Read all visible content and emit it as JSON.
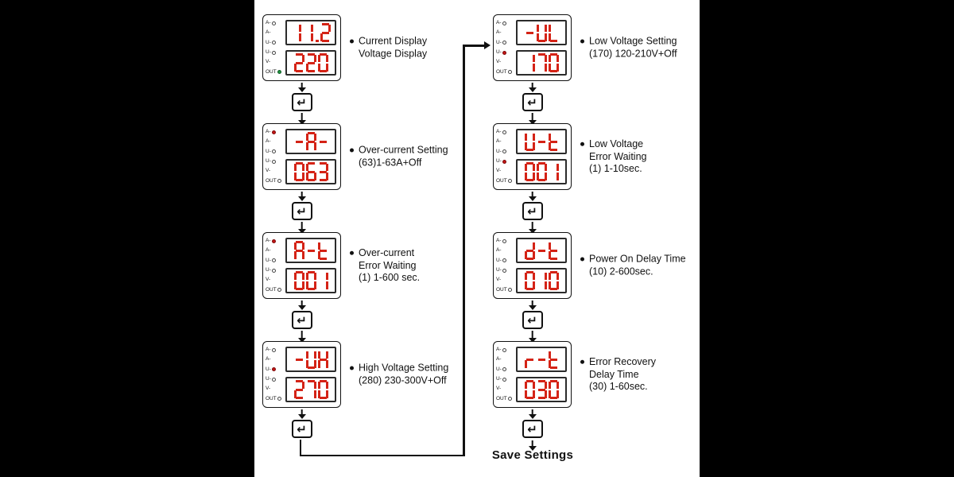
{
  "colors": {
    "segment_lit": "#d42316",
    "led_red": "#c41414",
    "led_green": "#1f9440"
  },
  "indicator_rows": [
    {
      "label": "A-",
      "has_led": true
    },
    {
      "label": "A-",
      "has_led": false
    },
    {
      "label": "U-",
      "has_led": true
    },
    {
      "label": "U-",
      "has_led": true
    },
    {
      "label": "V-",
      "has_led": false
    },
    {
      "label": "OUT",
      "has_led": true
    }
  ],
  "panels": [
    {
      "id": "current-voltage-display",
      "column": "left",
      "row": 0,
      "top_display": "11.2",
      "bottom_display": "220",
      "lit_led_index": 5,
      "lit_led_color": "green",
      "desc_lines": [
        "Current Display",
        "Voltage Display"
      ]
    },
    {
      "id": "over-current-setting",
      "column": "left",
      "row": 1,
      "top_display": "-A-",
      "bottom_display": "063",
      "lit_led_index": 0,
      "lit_led_color": "red",
      "desc_lines": [
        "Over-current Setting",
        "(63)1-63A+Off"
      ]
    },
    {
      "id": "over-current-error-waiting",
      "column": "left",
      "row": 2,
      "top_display": "A-t",
      "bottom_display": "001",
      "lit_led_index": 0,
      "lit_led_color": "red",
      "desc_lines": [
        "Over-current",
        "Error Waiting",
        "(1) 1-600 sec."
      ]
    },
    {
      "id": "high-voltage-setting",
      "column": "left",
      "row": 3,
      "top_display": "-UH",
      "bottom_display": "270",
      "lit_led_index": 2,
      "lit_led_color": "red",
      "desc_lines": [
        "High Voltage Setting",
        "(280) 230-300V+Off"
      ]
    },
    {
      "id": "low-voltage-setting",
      "column": "right",
      "row": 0,
      "top_display": "-UL",
      "bottom_display": "170",
      "lit_led_index": 3,
      "lit_led_color": "red",
      "desc_lines": [
        "Low Voltage Setting",
        "(170) 120-210V+Off"
      ]
    },
    {
      "id": "low-voltage-error-waiting",
      "column": "right",
      "row": 1,
      "top_display": "U-t",
      "bottom_display": "001",
      "lit_led_index": 3,
      "lit_led_color": "red",
      "desc_lines": [
        "Low Voltage",
        "Error Waiting",
        "(1) 1-10sec."
      ]
    },
    {
      "id": "power-on-delay-time",
      "column": "right",
      "row": 2,
      "top_display": "d-t",
      "bottom_display": "010",
      "lit_led_index": -1,
      "lit_led_color": "",
      "desc_lines": [
        "Power On Delay Time",
        "(10) 2-600sec."
      ]
    },
    {
      "id": "error-recovery-delay-time",
      "column": "right",
      "row": 3,
      "top_display": "r-t",
      "bottom_display": "030",
      "lit_led_index": -1,
      "lit_led_color": "",
      "desc_lines": [
        "Error Recovery",
        "Delay Time",
        "(30) 1-60sec."
      ]
    }
  ],
  "enter_key": {
    "symbol": "↵"
  },
  "save_label": "Save Settings"
}
